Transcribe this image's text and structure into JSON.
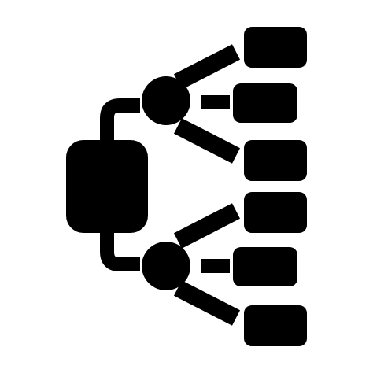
{
  "icon": {
    "name": "hierarchy-network-icon",
    "fill_color": "#000000",
    "background_color": "#ffffff",
    "root_nodes": 1,
    "hub_nodes": 2,
    "leaf_nodes": 6
  }
}
